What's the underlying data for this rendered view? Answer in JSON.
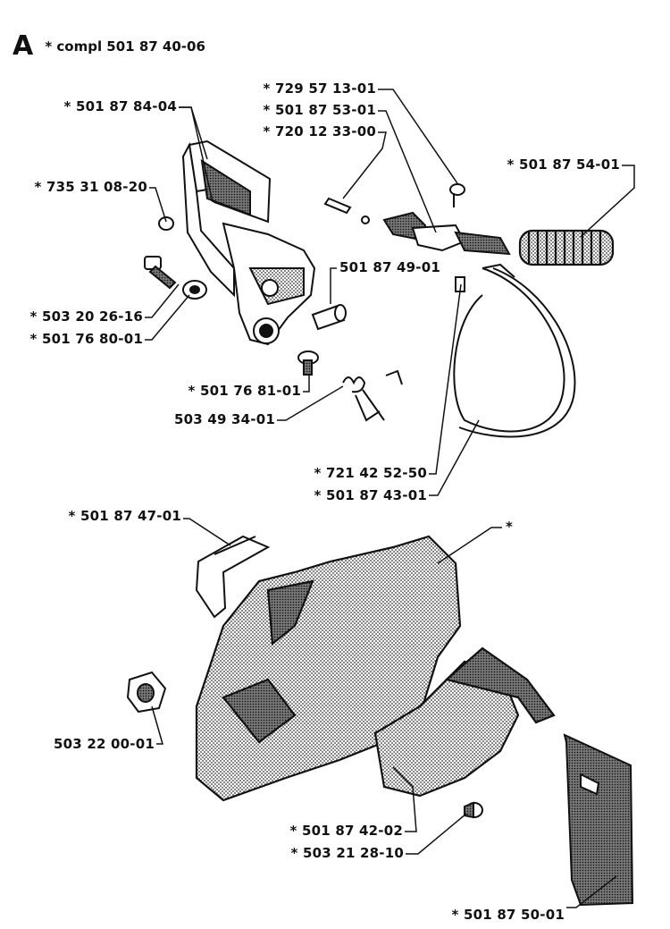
{
  "header": {
    "section_letter": "A",
    "assembly": "* compl 501 87 40-06"
  },
  "labels": {
    "p1": "* 729 57 13-01",
    "p2": "* 501 87 53-01",
    "p3": "* 720 12 33-00",
    "p4": "* 501 87 84-04",
    "p5": "* 735 31 08-20",
    "p6": "* 501 87 54-01",
    "p7": "501 87 49-01",
    "p8": "* 503 20 26-16",
    "p9": "* 501 76 80-01",
    "p10": "* 501 76 81-01",
    "p11": "503 49 34-01",
    "p12": "* 721 42 52-50",
    "p13": "* 501 87 43-01",
    "p14": "* 501 87 47-01",
    "p15": "*",
    "p16": "503 22 00-01",
    "p17": "* 501 87 42-02",
    "p18": "* 503 21 28-10",
    "p19": "* 501 87 50-01"
  }
}
